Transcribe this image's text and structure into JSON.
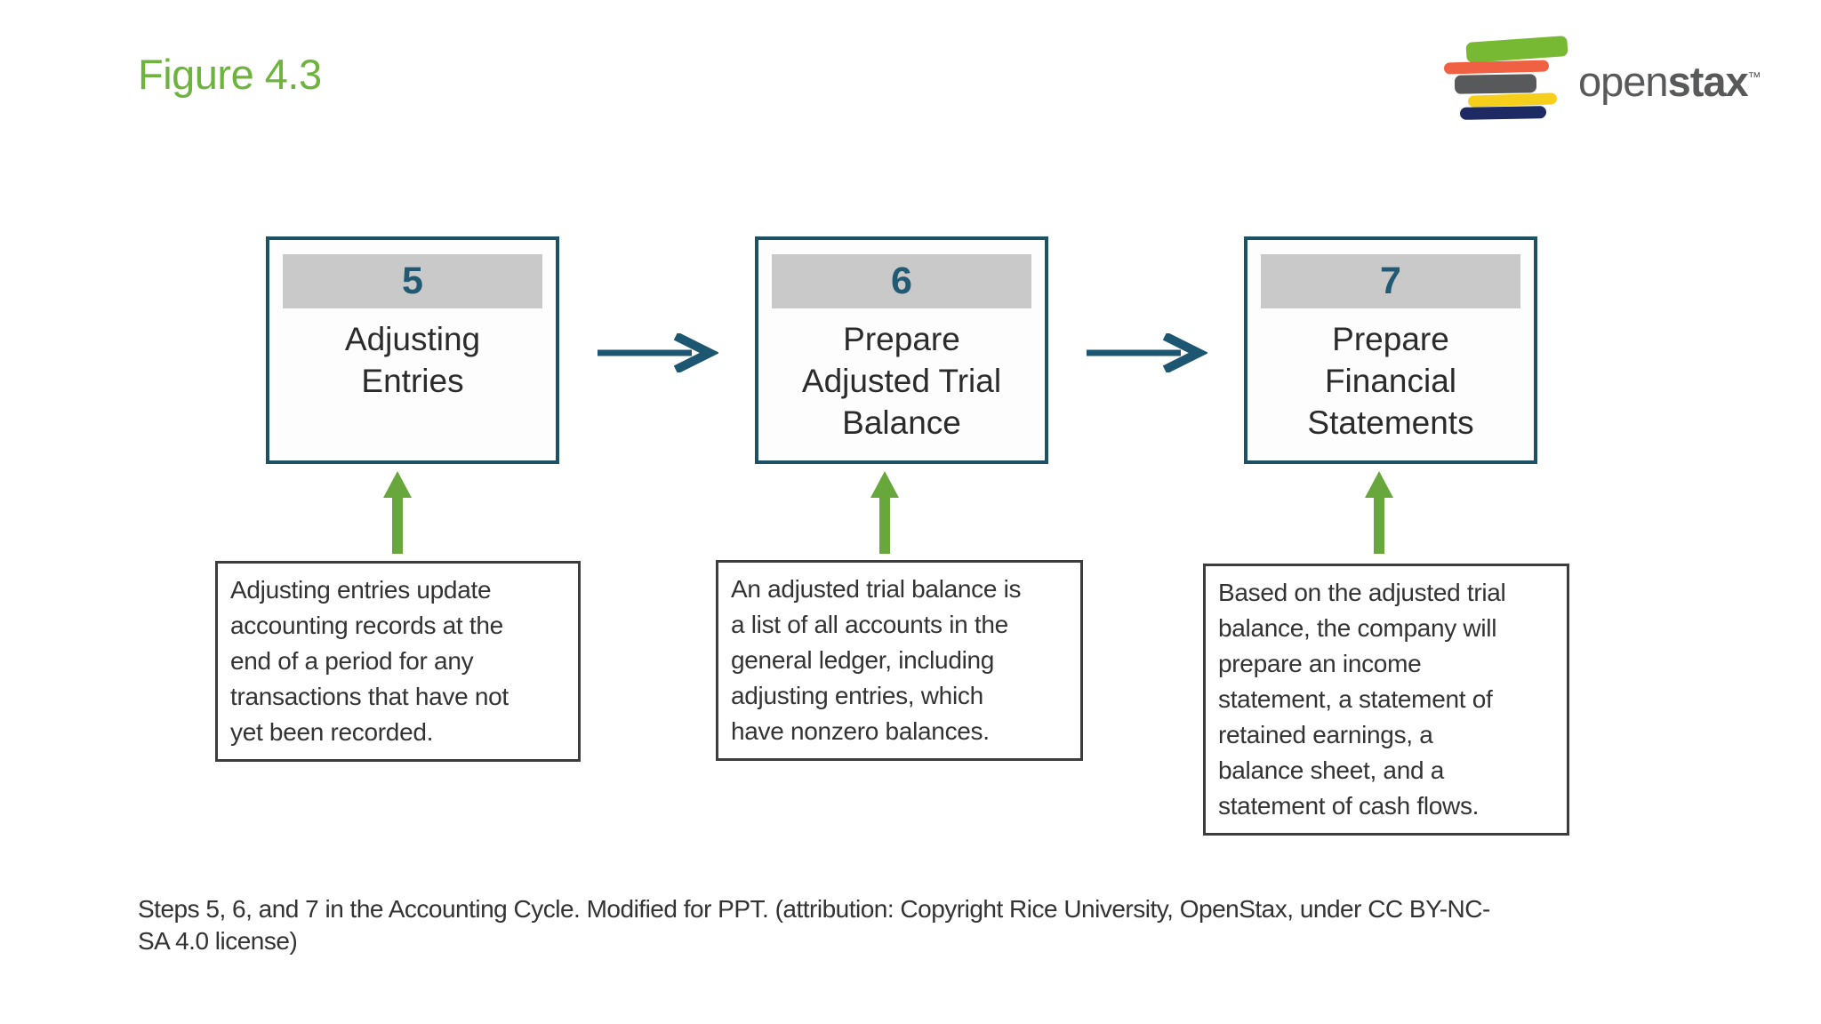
{
  "slide": {
    "figure_label": "Figure 4.3",
    "caption_lines": [
      "Steps 5, 6, and 7 in the Accounting Cycle. Modified for PPT. (attribution: Copyright Rice University, OpenStax, under CC BY-NC-",
      "SA 4.0 license)"
    ]
  },
  "logo": {
    "brand_open": "open",
    "brand_stax": "stax",
    "trademark": "™",
    "book_colors": {
      "green": "#77b933",
      "orange": "#ef6142",
      "gray": "#58595b",
      "yellow": "#f5cf1b",
      "navy": "#1e2a63"
    },
    "wordmark_color": "#58595b"
  },
  "steps": [
    {
      "number": "5",
      "title_lines": [
        "Adjusting",
        "Entries"
      ],
      "description_lines": [
        "Adjusting entries update",
        "accounting records at the",
        "end of a period for any",
        "transactions that have not",
        "yet been recorded."
      ]
    },
    {
      "number": "6",
      "title_lines": [
        "Prepare",
        "Adjusted Trial",
        "Balance"
      ],
      "description_lines": [
        "An adjusted trial balance is",
        "a list of all accounts in the",
        "general ledger, including",
        "adjusting entries, which",
        "have nonzero balances."
      ]
    },
    {
      "number": "7",
      "title_lines": [
        "Prepare",
        "Financial",
        "Statements"
      ],
      "description_lines": [
        "Based on the adjusted trial",
        "balance, the company will",
        "prepare an income",
        "statement, a statement of",
        "retained earnings, a",
        "balance sheet, and a",
        "statement of cash flows."
      ]
    }
  ],
  "colors": {
    "figure_title_green": "#6fb33f",
    "box_border_teal": "#1d5164",
    "number_teal": "#215a72",
    "header_band_gray": "#c9c9c9",
    "flow_arrow_teal": "#1d5670",
    "up_arrow_green": "#68a73c",
    "description_border": "#3d3d3d",
    "body_text": "#333333"
  }
}
